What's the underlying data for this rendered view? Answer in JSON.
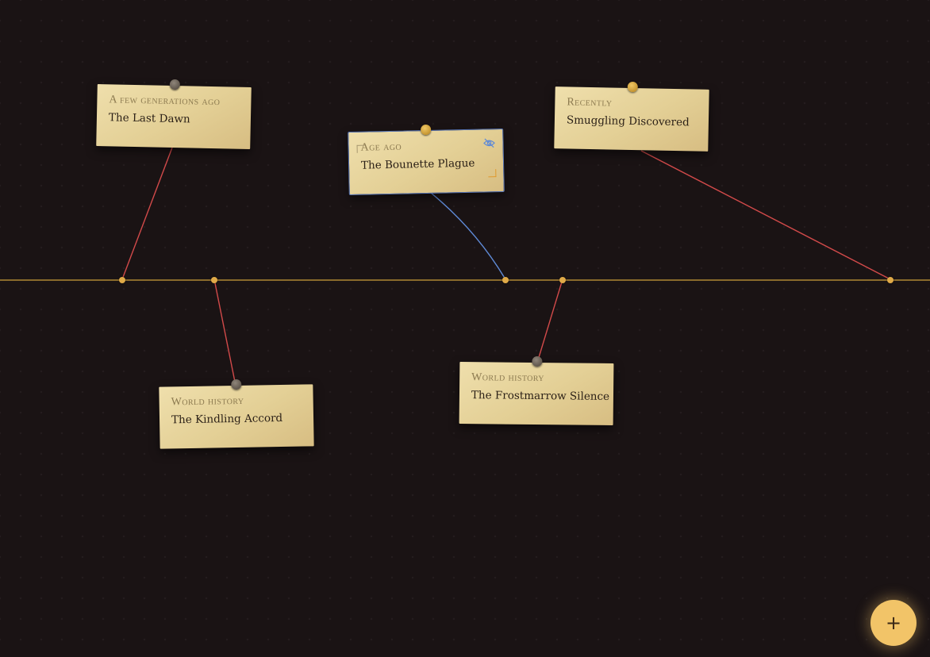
{
  "colors": {
    "background": "#1a1314",
    "axis": "#8a6b2c",
    "anchor": "#e0aa48",
    "card": "#e6d39b",
    "connector_default": "#d24a4a",
    "connector_selected": "#5f8ad6",
    "accent": "#f2c468"
  },
  "events": [
    {
      "id": "last-dawn",
      "era": "A few generations ago",
      "title": "The Last Dawn",
      "selected": false,
      "hidden": false
    },
    {
      "id": "kindling-accord",
      "era": "World history",
      "title": "The Kindling Accord",
      "selected": false,
      "hidden": false
    },
    {
      "id": "bounette-plague",
      "era": "Age ago",
      "title": "The Bounette Plague",
      "selected": true,
      "hidden": true,
      "icon": "eye-off-icon"
    },
    {
      "id": "frostmarrow-silence",
      "era": "World history",
      "title": "The Frostmarrow Silence",
      "selected": false,
      "hidden": false
    },
    {
      "id": "smuggling-discovered",
      "era": "Recently",
      "title": "Smuggling Discovered",
      "selected": false,
      "hidden": false
    }
  ],
  "add_button": {
    "label": "+",
    "icon": "plus-icon"
  }
}
